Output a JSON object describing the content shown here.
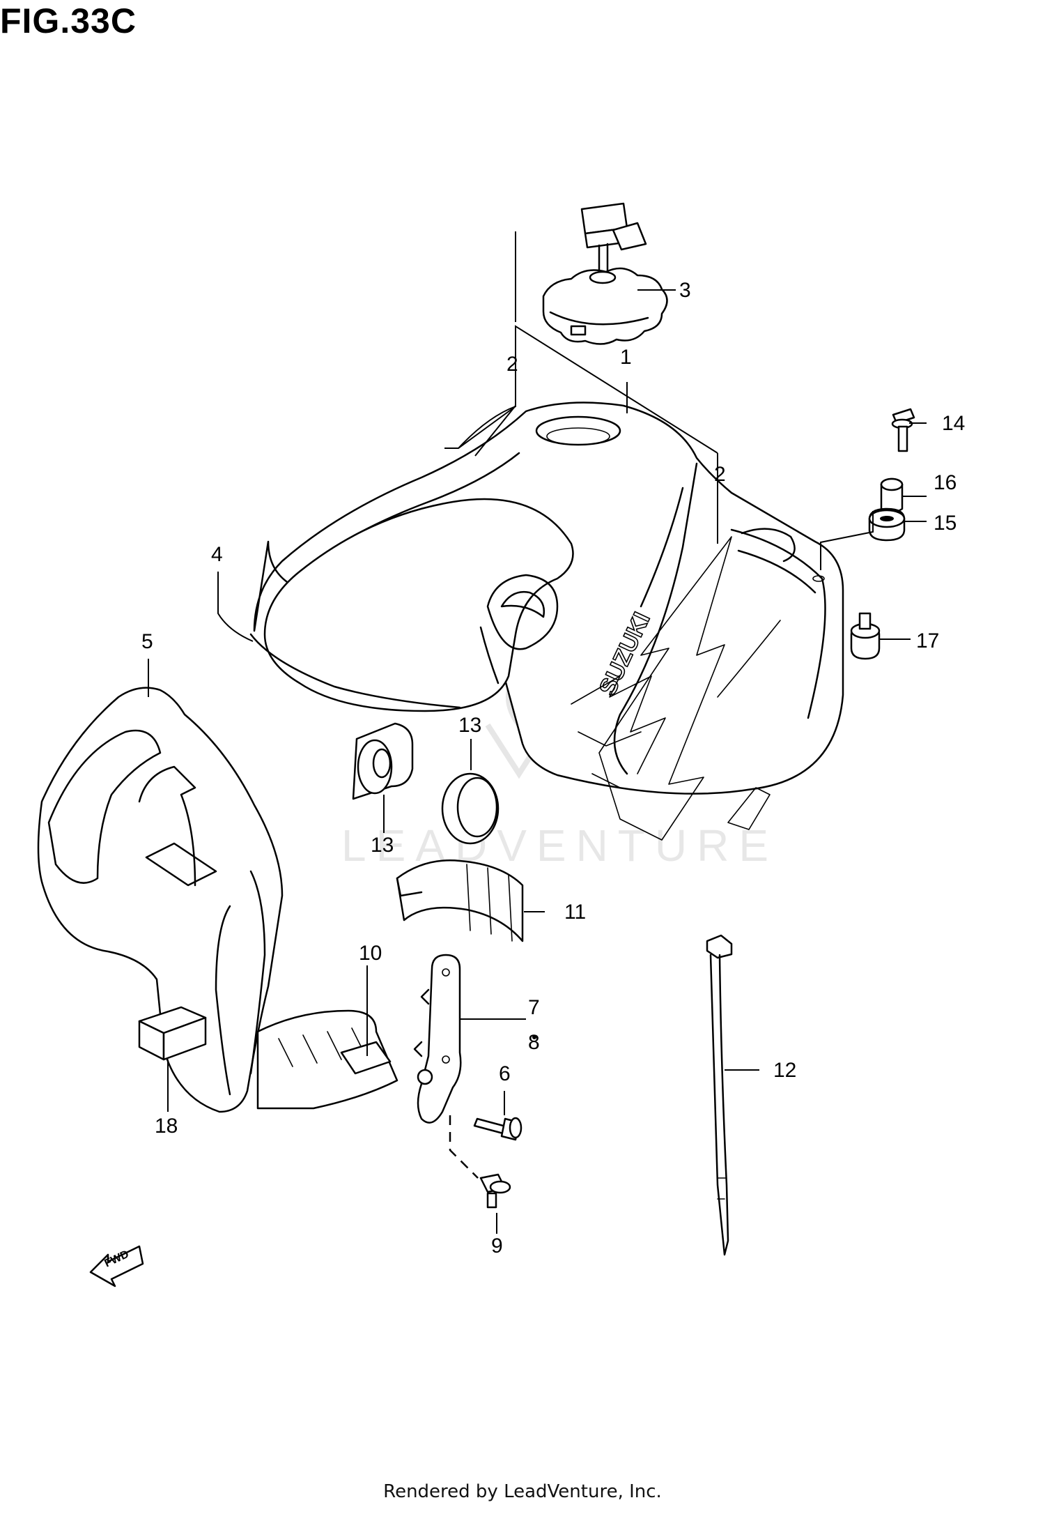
{
  "figure": {
    "title": "FIG.33C"
  },
  "watermark": "LEADVENTURE",
  "tank_logo": "SUZUKI",
  "fwd_label": "FWD",
  "callouts": [
    {
      "id": "c1",
      "label": "1"
    },
    {
      "id": "c2a",
      "label": "2"
    },
    {
      "id": "c2b",
      "label": "2"
    },
    {
      "id": "c3",
      "label": "3"
    },
    {
      "id": "c4",
      "label": "4"
    },
    {
      "id": "c5",
      "label": "5"
    },
    {
      "id": "c6",
      "label": "6"
    },
    {
      "id": "c7",
      "label": "7"
    },
    {
      "id": "c8",
      "label": "8"
    },
    {
      "id": "c9",
      "label": "9"
    },
    {
      "id": "c10",
      "label": "10"
    },
    {
      "id": "c11",
      "label": "11"
    },
    {
      "id": "c12",
      "label": "12"
    },
    {
      "id": "c13a",
      "label": "13"
    },
    {
      "id": "c13b",
      "label": "13"
    },
    {
      "id": "c14",
      "label": "14"
    },
    {
      "id": "c15",
      "label": "15"
    },
    {
      "id": "c16",
      "label": "16"
    },
    {
      "id": "c17",
      "label": "17"
    },
    {
      "id": "c18",
      "label": "18"
    }
  ],
  "footer": "Rendered by LeadVenture, Inc."
}
